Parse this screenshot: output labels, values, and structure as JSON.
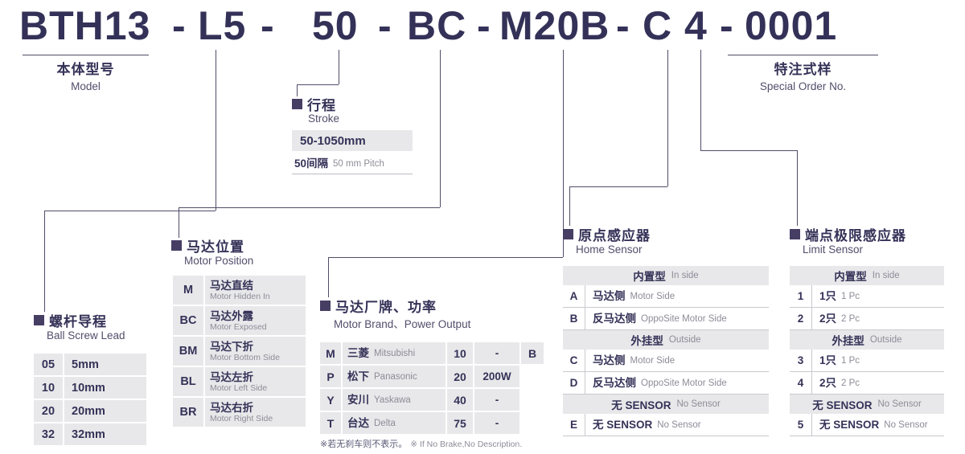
{
  "colors": {
    "ink": "#343158",
    "sub": "#514e6b",
    "muted": "#8d8c98",
    "fill": "#e8e8ea",
    "line": "#504d68"
  },
  "title": {
    "segments": [
      "BTH13",
      "-",
      "L5",
      "-",
      "50",
      "-",
      "BC",
      "-",
      "M20B",
      "-",
      "C",
      "4",
      "-",
      "0001"
    ]
  },
  "model_label": {
    "zh": "本体型号",
    "en": "Model"
  },
  "special_order": {
    "zh": "特注式样",
    "en": "Special Order No."
  },
  "stroke": {
    "zh": "行程",
    "en": "Stroke",
    "range": "50-1050mm",
    "pitch_zh": "50间隔",
    "pitch_en": "50 mm Pitch"
  },
  "ball_screw_lead": {
    "zh": "螺杆导程",
    "en": "Ball Screw Lead",
    "rows": [
      {
        "code": "05",
        "value": "5mm"
      },
      {
        "code": "10",
        "value": "10mm"
      },
      {
        "code": "20",
        "value": "20mm"
      },
      {
        "code": "32",
        "value": "32mm"
      }
    ]
  },
  "motor_position": {
    "zh": "马达位置",
    "en": "Motor Position",
    "rows": [
      {
        "code": "M",
        "zh": "马达直结",
        "en": "Motor Hidden In"
      },
      {
        "code": "BC",
        "zh": "马达外露",
        "en": "Motor Exposed"
      },
      {
        "code": "BM",
        "zh": "马达下折",
        "en": "Motor Bottom Side"
      },
      {
        "code": "BL",
        "zh": "马达左折",
        "en": "Motor Left Side"
      },
      {
        "code": "BR",
        "zh": "马达右折",
        "en": "Motor Right Side"
      }
    ]
  },
  "motor_brand": {
    "zh": "马达厂牌、功率",
    "en": "Motor Brand、Power Output",
    "rows": [
      {
        "code": "M",
        "brand_zh": "三菱",
        "brand_en": "Mitsubishi",
        "power_code": "10",
        "power": "-"
      },
      {
        "code": "P",
        "brand_zh": "松下",
        "brand_en": "Panasonic",
        "power_code": "20",
        "power": "200W"
      },
      {
        "code": "Y",
        "brand_zh": "安川",
        "brand_en": "Yaskawa",
        "power_code": "40",
        "power": "-"
      },
      {
        "code": "T",
        "brand_zh": "台达",
        "brand_en": "Delta",
        "power_code": "75",
        "power": "-"
      }
    ],
    "brake_code": "B",
    "note_zh": "※若无刹车则不表示。",
    "note_en": "※ If No Brake,No Description."
  },
  "home_sensor": {
    "zh": "原点感应器",
    "en": "Home Sensor",
    "groups": [
      {
        "header_zh": "内置型",
        "header_en": "In side",
        "rows": [
          {
            "code": "A",
            "zh": "马达侧",
            "en": "Motor Side"
          },
          {
            "code": "B",
            "zh": "反马达侧",
            "en": "OppoSite Motor Side"
          }
        ]
      },
      {
        "header_zh": "外挂型",
        "header_en": "Outside",
        "rows": [
          {
            "code": "C",
            "zh": "马达侧",
            "en": "Motor Side"
          },
          {
            "code": "D",
            "zh": "反马达侧",
            "en": "OppoSite Motor Side"
          }
        ]
      },
      {
        "header_zh": "无 SENSOR",
        "header_en": "No Sensor",
        "rows": [
          {
            "code": "E",
            "zh": "无 SENSOR",
            "en": "No Sensor"
          }
        ]
      }
    ]
  },
  "limit_sensor": {
    "zh": "端点极限感应器",
    "en": "Limit Sensor",
    "groups": [
      {
        "header_zh": "内置型",
        "header_en": "In side",
        "rows": [
          {
            "code": "1",
            "zh": "1只",
            "en": "1 Pc"
          },
          {
            "code": "2",
            "zh": "2只",
            "en": "2 Pc"
          }
        ]
      },
      {
        "header_zh": "外挂型",
        "header_en": "Outside",
        "rows": [
          {
            "code": "3",
            "zh": "1只",
            "en": "1 Pc"
          },
          {
            "code": "4",
            "zh": "2只",
            "en": "2 Pc"
          }
        ]
      },
      {
        "header_zh": "无 SENSOR",
        "header_en": "No Sensor",
        "rows": [
          {
            "code": "5",
            "zh": "无 SENSOR",
            "en": "No Sensor"
          }
        ]
      }
    ]
  }
}
